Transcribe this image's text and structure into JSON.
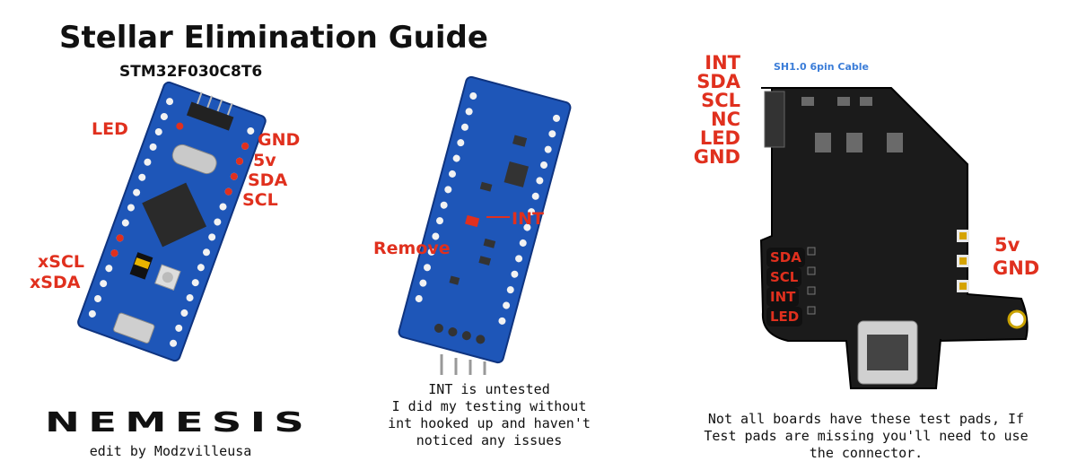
{
  "title": "Stellar Elimination Guide",
  "subtitle": "STM32F030C8T6",
  "left_board": {
    "labels_left": [
      "LED",
      "xSCL",
      "xSDA"
    ],
    "labels_right": [
      "GND",
      "5v",
      "SDA",
      "SCL"
    ]
  },
  "middle_board": {
    "remove_label": "Remove",
    "int_label": "INT",
    "note": [
      "INT is untested",
      "I did my testing without",
      "int hooked up and haven't",
      "noticed any issues"
    ]
  },
  "right_board": {
    "cable_label": "SH1.0 6pin Cable",
    "connector_pins": [
      "INT",
      "SDA",
      "SCL",
      "NC",
      "LED",
      "GND"
    ],
    "test_pads": [
      "SDA",
      "SCL",
      "INT",
      "LED"
    ],
    "power_labels": [
      "5v",
      "GND"
    ],
    "note": [
      "Not all boards have these test pads, If",
      "Test pads are missing you'll need to use",
      "the connector."
    ]
  },
  "logo_text": "NEMESIS",
  "credit": "edit by Modzvilleusa"
}
